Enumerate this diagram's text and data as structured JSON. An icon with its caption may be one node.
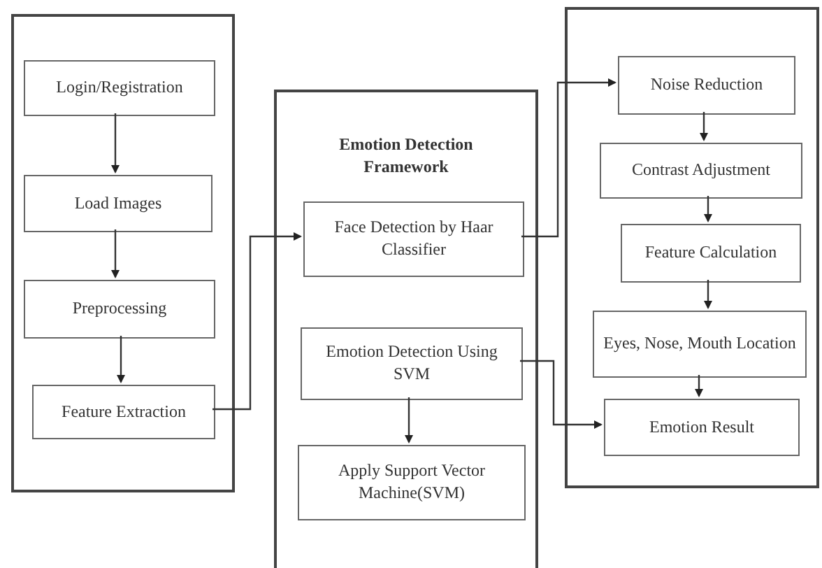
{
  "diagram": {
    "nodes": [
      {
        "text": [],
        "shape": "box"
      },
      {
        "text": [
          "Login/Registration"
        ],
        "in": 0
      },
      {
        "text": [
          "Load Images"
        ],
        "in": 0
      },
      {
        "text": [
          "Preprocessing"
        ],
        "in": 0
      },
      {
        "text": [
          "Feature Extraction"
        ],
        "in": 0
      },
      {
        "text": [
          "Emotion Detection Framework"
        ]
      },
      {
        "text": [
          "Face Detection by Haar Classifier"
        ],
        "in": 5
      },
      {
        "text": [
          "Emotion Detection Using SVM"
        ],
        "in": 5
      },
      {
        "text": [
          "Apply Support Vector Machine(SVM)"
        ],
        "in": 5
      },
      {
        "text": [],
        "shape": "box"
      },
      {
        "text": [
          "Noise Reduction"
        ],
        "in": 9
      },
      {
        "text": [
          "Contrast Adjustment"
        ],
        "in": 9
      },
      {
        "text": [
          "Feature Calculation"
        ],
        "in": 9
      },
      {
        "text": [
          "Eyes, Nose, Mouth Location"
        ],
        "in": 9
      },
      {
        "text": [
          "Emotion Result"
        ],
        "in": 9
      }
    ],
    "edges": [
      {
        "from": 1,
        "to": 2,
        "arrow": "to"
      },
      {
        "from": 2,
        "to": 3,
        "arrow": "to"
      },
      {
        "from": 3,
        "to": 4,
        "arrow": "to"
      },
      {
        "from": 4,
        "to": 6,
        "arrow": "to"
      },
      {
        "from": 6,
        "to": 10,
        "arrow": "to"
      },
      {
        "from": 7,
        "to": 8,
        "arrow": "to"
      },
      {
        "from": 7,
        "to": 14,
        "arrow": "to"
      },
      {
        "from": 10,
        "to": 11,
        "arrow": "to"
      },
      {
        "from": 11,
        "to": 12,
        "arrow": "to"
      },
      {
        "from": 12,
        "to": 13,
        "arrow": "to"
      },
      {
        "from": 13,
        "to": 14,
        "arrow": "to"
      }
    ]
  }
}
